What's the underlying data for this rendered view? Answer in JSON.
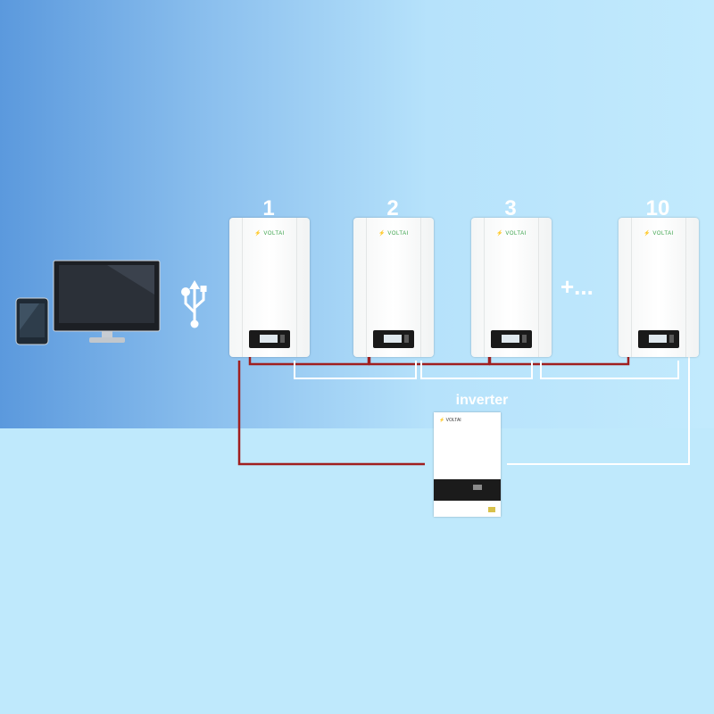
{
  "batteries": [
    {
      "label": "1",
      "logo": "VOLTAI"
    },
    {
      "label": "2",
      "logo": "VOLTAI"
    },
    {
      "label": "3",
      "logo": "VOLTAI"
    },
    {
      "label": "10",
      "logo": "VOLTAI"
    }
  ],
  "ellipsis": "+...",
  "inverter": {
    "title": "inverter",
    "logo": "VOLTAI"
  },
  "icons": {
    "monitor": "desktop-monitor-icon",
    "tablet": "tablet-icon",
    "usb": "usb-icon",
    "lightning": "lightning-bolt-icon"
  },
  "colors": {
    "red_cable": "#a01f1f",
    "white_cable": "#ffffff",
    "battery_logo": "#3aa24a"
  }
}
